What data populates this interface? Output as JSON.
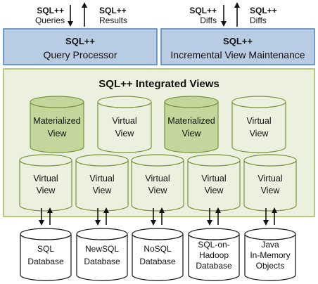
{
  "top_left": {
    "down": {
      "line1": "SQL++",
      "line2": "Queries"
    },
    "up": {
      "line1": "SQL++",
      "line2": "Results"
    }
  },
  "top_right": {
    "down": {
      "line1": "SQL++",
      "line2": "Diffs"
    },
    "up": {
      "line1": "SQL++",
      "line2": "Diffs"
    }
  },
  "query_processor": {
    "title": "SQL++",
    "subtitle": "Query Processor"
  },
  "ivm": {
    "title": "SQL++",
    "subtitle": "Incremental View Maintenance"
  },
  "views_panel": {
    "title": "SQL++ Integrated Views"
  },
  "upper_views": [
    {
      "line1": "Materialized",
      "line2": "View",
      "kind": "materialized"
    },
    {
      "line1": "Virtual",
      "line2": "View",
      "kind": "virtual"
    },
    {
      "line1": "Materialized",
      "line2": "View",
      "kind": "materialized"
    },
    {
      "line1": "Virtual",
      "line2": "View",
      "kind": "virtual"
    }
  ],
  "lower_views": [
    {
      "line1": "Virtual",
      "line2": "View"
    },
    {
      "line1": "Virtual",
      "line2": "View"
    },
    {
      "line1": "Virtual",
      "line2": "View"
    },
    {
      "line1": "Virtual",
      "line2": "View"
    },
    {
      "line1": "Virtual",
      "line2": "View"
    }
  ],
  "sources": [
    {
      "lines": [
        "SQL",
        "Database"
      ]
    },
    {
      "lines": [
        "NewSQL",
        "Database"
      ]
    },
    {
      "lines": [
        "NoSQL",
        "Database"
      ]
    },
    {
      "lines": [
        "SQL-on-",
        "Hadoop",
        "Database"
      ]
    },
    {
      "lines": [
        "Java",
        "In-Memory",
        "Objects"
      ]
    }
  ],
  "colors": {
    "blue_box": "#b8cce4",
    "blue_border": "#4f81bd",
    "panel_fill": "#ebf1de",
    "panel_border": "#9bbb59",
    "materialized_fill": "#c3d69b",
    "virtual_fill": "#ebf1de",
    "cyl_border": "#77933c"
  }
}
